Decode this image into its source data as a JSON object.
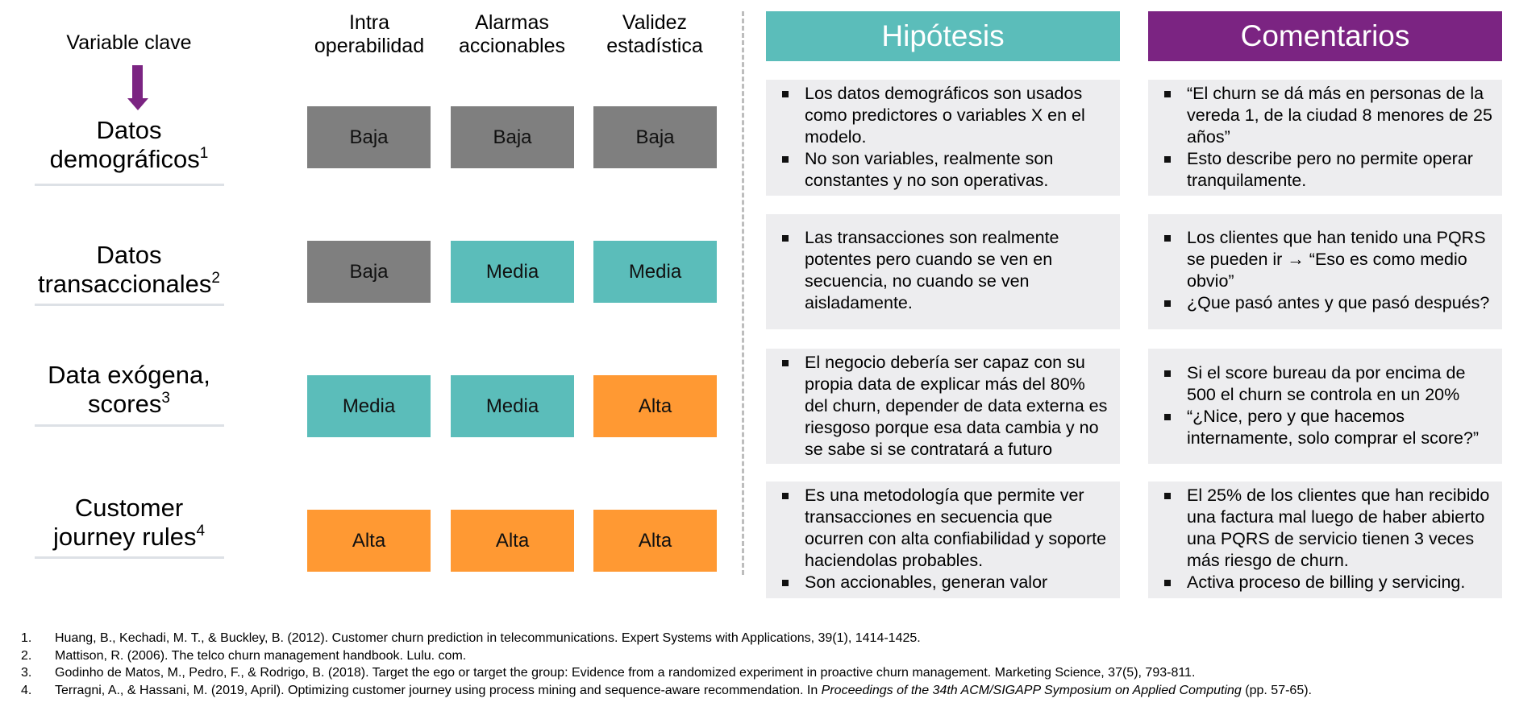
{
  "left_column": {
    "title": "Variable clave",
    "arrow_icon": "down-arrow-icon",
    "arrow_color": "#7B2482"
  },
  "columns": [
    {
      "line1": "Intra",
      "line2": "operabilidad"
    },
    {
      "line1": "Alarmas",
      "line2": "accionables"
    },
    {
      "line1": "Validez",
      "line2": "estadística"
    }
  ],
  "colors": {
    "Baja": "#7F7F7F",
    "Media": "#5BBDBA",
    "Alta": "#FF9933",
    "hipotesis_header": "#5BBDBA",
    "comentarios_header": "#7B2482",
    "box_bg": "#EDEDEF",
    "underline": "#DDE1E6"
  },
  "rows": [
    {
      "label_line1": "Datos",
      "label_line2": "demográficos",
      "ref": "1",
      "ratings": [
        "Baja",
        "Baja",
        "Baja"
      ],
      "hipotesis": [
        "Los datos demográficos son usados como predictores o variables X en el modelo.",
        "No son variables, realmente son constantes y no son operativas."
      ],
      "comentarios": [
        "“El churn se dá más en personas de la vereda 1, de la ciudad 8 menores de 25 años”",
        "Esto describe pero no permite operar tranquilamente."
      ]
    },
    {
      "label_line1": "Datos",
      "label_line2": "transaccionales",
      "ref": "2",
      "ratings": [
        "Baja",
        "Media",
        "Media"
      ],
      "hipotesis": [
        "Las transacciones son realmente potentes pero cuando se ven en secuencia, no cuando se ven aisladamente."
      ],
      "comentarios": [
        "Los clientes que han tenido una PQRS se pueden ir → “Eso es como medio obvio”",
        "¿Que pasó antes y que pasó después?"
      ]
    },
    {
      "label_line1": "Data exógena,",
      "label_line2": "scores",
      "ref": "3",
      "ratings": [
        "Media",
        "Media",
        "Alta"
      ],
      "hipotesis": [
        "El negocio debería ser capaz con su propia data de explicar más del 80% del churn, depender de data externa es riesgoso porque esa data cambia y no se sabe si se contratará a futuro"
      ],
      "comentarios": [
        "Si el score bureau da por encima de 500 el churn se controla en un 20%",
        "“¿Nice, pero y que hacemos internamente, solo comprar el score?”"
      ]
    },
    {
      "label_line1": "Customer",
      "label_line2": "journey rules",
      "ref": "4",
      "ratings": [
        "Alta",
        "Alta",
        "Alta"
      ],
      "hipotesis": [
        "Es una metodología que permite ver transacciones en secuencia que ocurren con alta confiabilidad y soporte haciendolas probables.",
        "Son accionables, generan valor"
      ],
      "comentarios": [
        "El 25% de los clientes que han recibido una factura mal luego de haber abierto una PQRS de servicio tienen 3 veces más riesgo de churn.",
        "Activa proceso de billing y servicing."
      ]
    }
  ],
  "sections": {
    "hipotesis_title": "Hipótesis",
    "comentarios_title": "Comentarios"
  },
  "footnotes": [
    {
      "num": "1.",
      "text": "Huang, B., Kechadi, M. T., & Buckley, B. (2012). Customer churn prediction in telecommunications.  Expert Systems with Applications, 39(1), 1414-1425."
    },
    {
      "num": "2.",
      "text": "Mattison, R. (2006). The telco churn management handbook. Lulu. com."
    },
    {
      "num": "3.",
      "text": "Godinho de Matos, M., Pedro, F., & Rodrigo, B. (2018). Target the ego or target the group: Evidence from a randomized experiment in proactive churn management. Marketing Science, 37(5), 793-811."
    },
    {
      "num": "4.",
      "text_before": "Terragni, A., & Hassani, M. (2019, April). Optimizing customer journey using process mining and sequence-aware recommendation. In ",
      "text_italic": "Proceedings of the 34th ACM/SIGAPP Symposium on Applied Computing",
      "text_after": " (pp. 57-65)."
    }
  ]
}
